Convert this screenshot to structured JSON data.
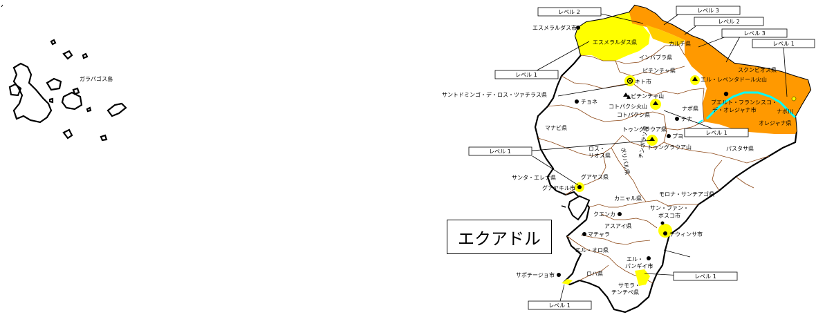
{
  "map_title": "エクアドル",
  "colors": {
    "level1": "#ffff00",
    "level2": "#ffff00",
    "level3": "#ff9900",
    "river": "#00ffff",
    "boundary": "#8b4513",
    "outline": "#000000"
  },
  "legend_levels": {
    "level1": "レベル 1",
    "level2": "レベル 2",
    "level3": "レベル 3"
  },
  "provinces": [
    "エスメラルダス県",
    "カルチ県",
    "インバブラ県",
    "ピチンチャ県",
    "サントドミンゴ・デ・ロス・ツァチラス県",
    "スクンビオス県",
    "ナポ県",
    "オレジャナ県",
    "コトパクシ県",
    "マナビ県",
    "トゥングラウア県",
    "ロス・リオス県",
    "ボリバル県",
    "チンボラソ県",
    "パスタサ県",
    "サンタ・エレナ県",
    "グアヤス県",
    "モロナ・サンチアゴ県",
    "カニャル県",
    "アスアイ県",
    "エル・オロ県",
    "ロハ県",
    "サモラ・チンチペ県"
  ],
  "cities": [
    "エスメラルダス市",
    "キト市",
    "チョネ",
    "テナ",
    "プヨ",
    "グアヤキル市",
    "クエンカ",
    "マチャラ",
    "チウィンサ市",
    "サポチージョ市",
    "プエルト・フランシスコ・デ・オレジャナ市"
  ],
  "volcanoes": [
    "ピチンチャ山",
    "コトパクシ火山",
    "トゥングラウア山",
    "エル・レベンタドール火山"
  ],
  "other_places": [
    "ガラパゴス島",
    "サン・ファン・ボスコ市",
    "エル・パンギ市",
    "ナポ川"
  ]
}
